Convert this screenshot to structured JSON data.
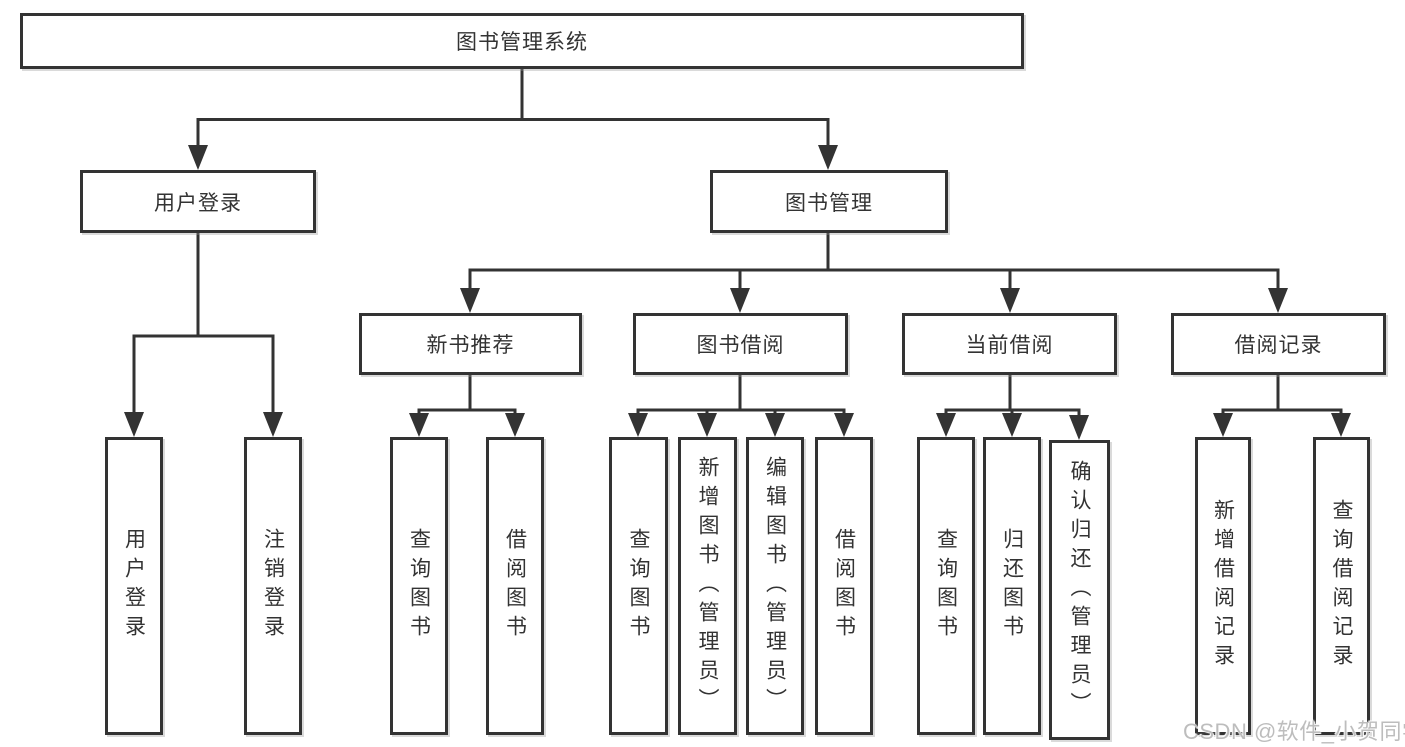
{
  "diagram": {
    "root": {
      "label": "图书管理系统"
    },
    "branches": [
      {
        "label": "用户登录",
        "children": [
          {
            "label": "用户登录"
          },
          {
            "label": "注销登录"
          }
        ]
      },
      {
        "label": "图书管理",
        "sections": [
          {
            "label": "新书推荐",
            "children": [
              {
                "label": "查询图书"
              },
              {
                "label": "借阅图书"
              }
            ]
          },
          {
            "label": "图书借阅",
            "children": [
              {
                "label": "查询图书"
              },
              {
                "label": "新增图书（管理员）"
              },
              {
                "label": "编辑图书（管理员）"
              },
              {
                "label": "借阅图书"
              }
            ]
          },
          {
            "label": "当前借阅",
            "children": [
              {
                "label": "查询图书"
              },
              {
                "label": "归还图书"
              },
              {
                "label": "确认归还（管理员）"
              }
            ]
          },
          {
            "label": "借阅记录",
            "children": [
              {
                "label": "新增借阅记录"
              },
              {
                "label": "查询借阅记录"
              }
            ]
          }
        ]
      }
    ],
    "watermark": "CSDN @软件_小贺同学",
    "colors": {
      "line": "#333333",
      "text": "#333333",
      "watermark": "#bdbdbd",
      "box_fill": "#ffffff"
    }
  }
}
